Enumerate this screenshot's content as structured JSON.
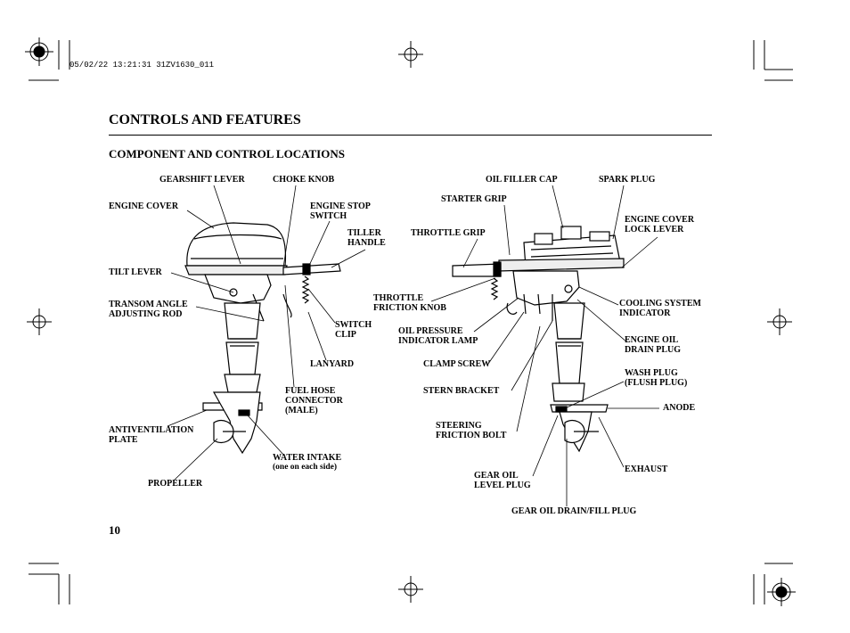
{
  "header": {
    "stamp": "05/02/22 13:21:31 31ZV1630_011",
    "section_title": "CONTROLS AND FEATURES",
    "subsection_title": "COMPONENT AND CONTROL LOCATIONS",
    "page_number": "10"
  },
  "left_motor_labels": {
    "gearshift_lever": "GEARSHIFT LEVER",
    "choke_knob": "CHOKE KNOB",
    "engine_cover": "ENGINE COVER",
    "engine_stop_switch": "ENGINE STOP\nSWITCH",
    "tiller_handle": "TILLER\nHANDLE",
    "tilt_lever": "TILT LEVER",
    "transom_angle_rod": "TRANSOM ANGLE\nADJUSTING ROD",
    "switch_clip": "SWITCH\nCLIP",
    "lanyard": "LANYARD",
    "fuel_hose_connector": "FUEL HOSE\nCONNECTOR\n(MALE)",
    "antiventilation_plate": "ANTIVENTILATION\nPLATE",
    "water_intake": "WATER INTAKE",
    "water_intake_note": "(one on each side)",
    "propeller": "PROPELLER"
  },
  "right_motor_labels": {
    "oil_filler_cap": "OIL FILLER CAP",
    "spark_plug": "SPARK PLUG",
    "starter_grip": "STARTER GRIP",
    "engine_cover_lock_lever": "ENGINE COVER\nLOCK LEVER",
    "throttle_grip": "THROTTLE GRIP",
    "throttle_friction_knob": "THROTTLE\nFRICTION KNOB",
    "cooling_system_indicator": "COOLING SYSTEM\nINDICATOR",
    "oil_pressure_lamp": "OIL PRESSURE\nINDICATOR LAMP",
    "engine_oil_drain_plug": "ENGINE OIL\nDRAIN PLUG",
    "clamp_screw": "CLAMP SCREW",
    "wash_plug": "WASH PLUG\n(FLUSH PLUG)",
    "stern_bracket": "STERN BRACKET",
    "anode": "ANODE",
    "steering_friction_bolt": "STEERING\nFRICTION BOLT",
    "exhaust": "EXHAUST",
    "gear_oil_level_plug": "GEAR OIL\nLEVEL PLUG",
    "gear_oil_drain_plug": "GEAR OIL DRAIN/FILL PLUG"
  }
}
